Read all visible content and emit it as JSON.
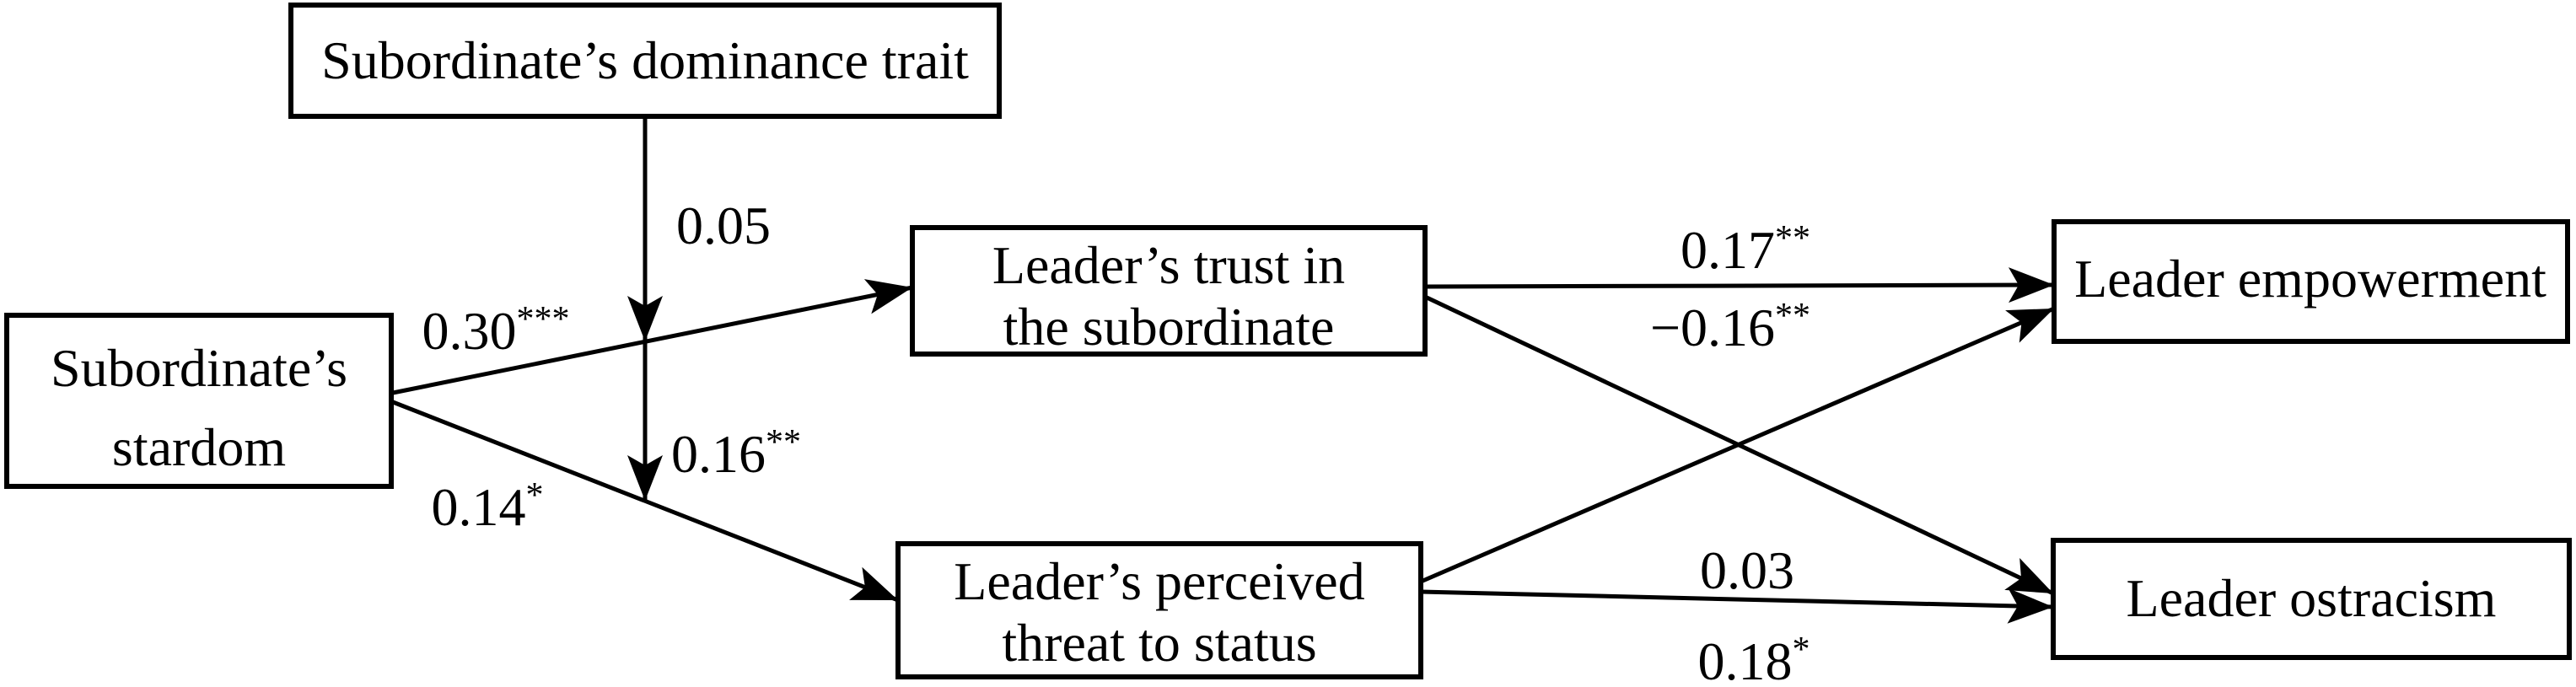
{
  "figure": {
    "background_color": "#ffffff",
    "ink_color": "#000000",
    "type": "path-model-diagram"
  },
  "nodes": {
    "dominance": {
      "label": "Subordinate’s dominance trait"
    },
    "stardom": {
      "line1": "Subordinate’s",
      "line2": "stardom"
    },
    "trust": {
      "line1": "Leader’s trust in",
      "line2": "the subordinate"
    },
    "threat": {
      "line1": "Leader’s perceived",
      "line2": "threat to status"
    },
    "empowerment": {
      "label": "Leader empowerment"
    },
    "ostracism": {
      "label": "Leader ostracism"
    }
  },
  "coefficients": {
    "stardom_trust": {
      "value": "0.30",
      "sig": "***"
    },
    "stardom_threat": {
      "value": "0.14",
      "sig": "*"
    },
    "dominance_x_stardom_trust": {
      "value": "0.05",
      "sig": ""
    },
    "dominance_x_stardom_threat": {
      "value": "0.16",
      "sig": "**"
    },
    "trust_empowerment": {
      "value": "0.17",
      "sig": "**"
    },
    "trust_ostracism": {
      "value": "−0.16",
      "sig": "**"
    },
    "threat_empowerment": {
      "value": "0.03",
      "sig": ""
    },
    "threat_ostracism": {
      "value": "0.18",
      "sig": "*"
    }
  }
}
